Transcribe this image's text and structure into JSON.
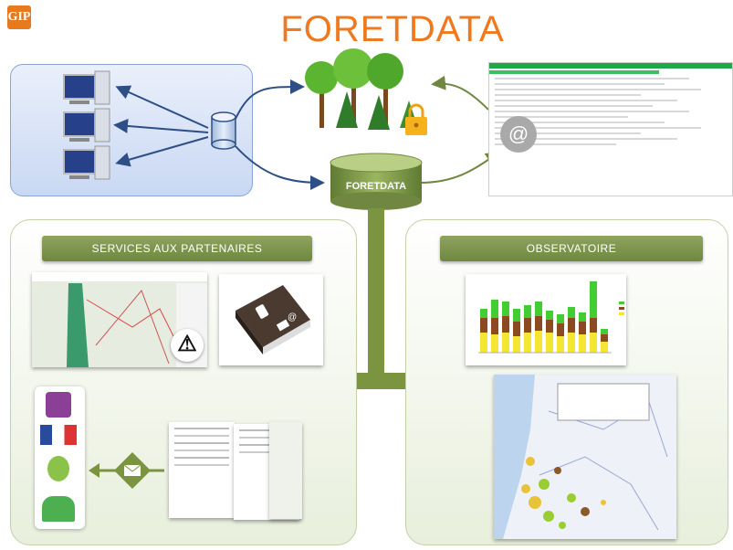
{
  "title": "FORETDATA",
  "logo": {
    "letters": "GIP"
  },
  "database_label": "FORETDATA",
  "sections": {
    "services": {
      "label": "SERVICES AUX PARTENAIRES"
    },
    "observatoire": {
      "label": "OBSERVATOIRE"
    }
  },
  "icons": [
    "computer-icon",
    "database-icon",
    "forest-icon",
    "lock-icon",
    "email-at-icon",
    "warning-icon",
    "address-book-icon",
    "envelope-icon"
  ],
  "colors": {
    "title": "#f0781e",
    "green": "#7a9440",
    "net_blue": "#2d4f86",
    "forest_green": "#5cb531"
  }
}
